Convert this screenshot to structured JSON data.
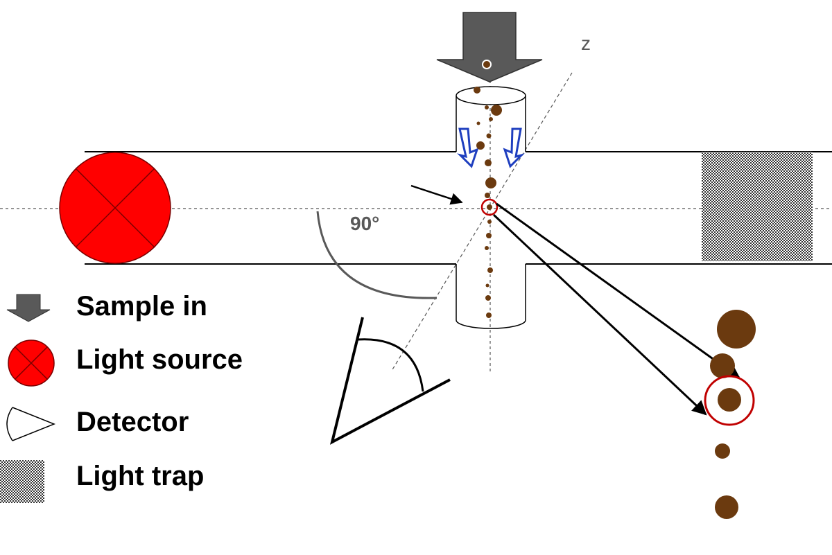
{
  "diagram": {
    "axis_label": "z",
    "angle_label": "90°"
  },
  "legend": {
    "items": [
      {
        "label": "Sample in",
        "icon": "down-arrow-icon"
      },
      {
        "label": "Light source",
        "icon": "red-circle-cross-icon"
      },
      {
        "label": "Detector",
        "icon": "detector-cone-icon"
      },
      {
        "label": "Light trap",
        "icon": "checkered-square-icon"
      }
    ]
  },
  "colors": {
    "light_source": "#ff0000",
    "particle": "#6b3a0f",
    "arrow_gray": "#595959",
    "flow_arrows": "#1f3fbf",
    "highlight": "#c00000"
  }
}
